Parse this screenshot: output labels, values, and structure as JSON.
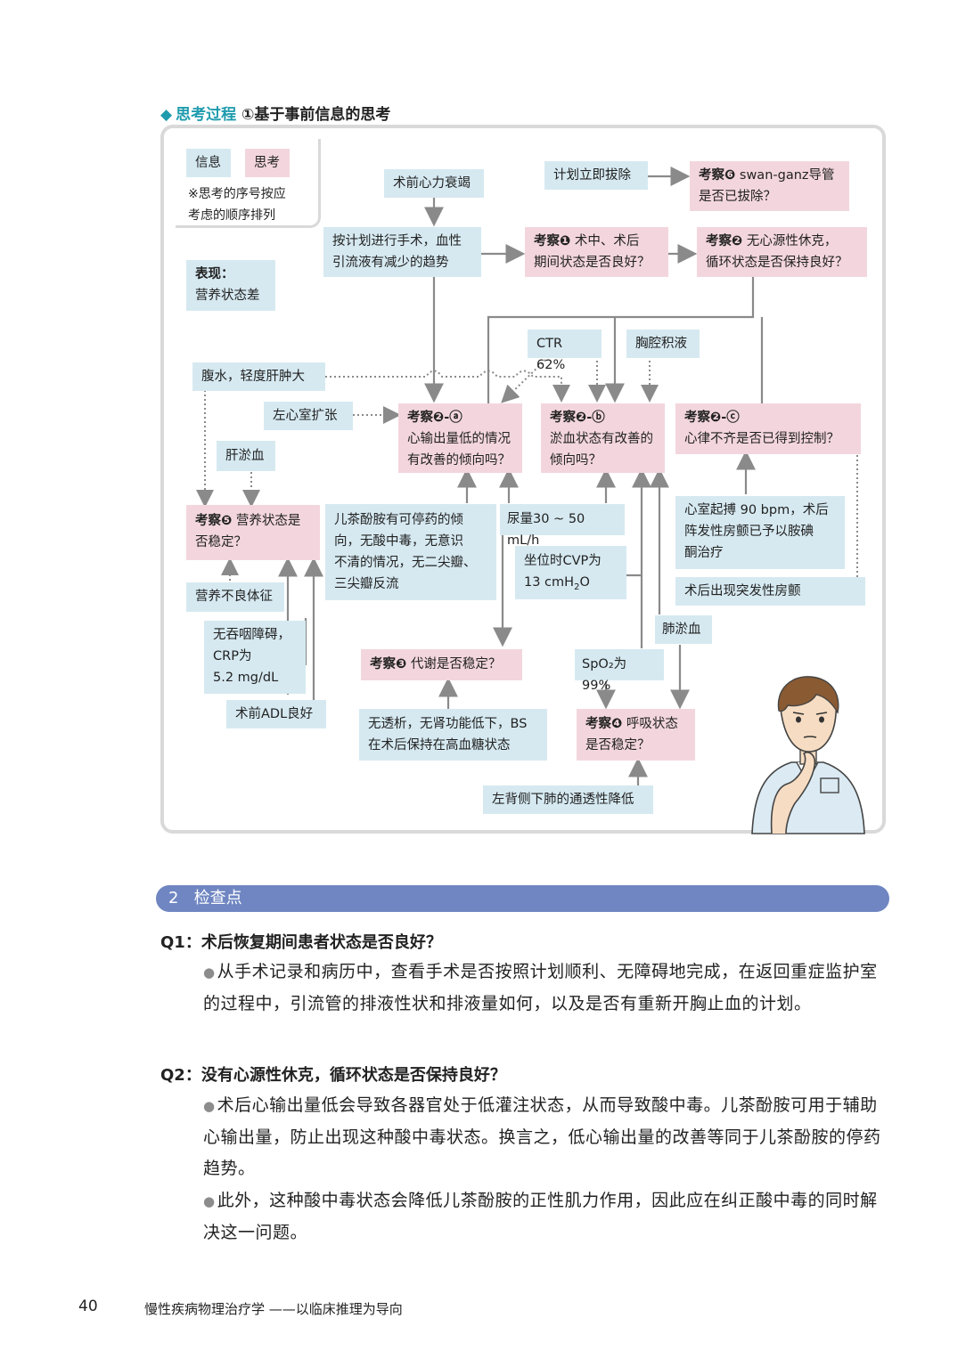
{
  "section": {
    "marker": "◆",
    "title_colored": "思考过程",
    "title_rest": "①基于事前信息的思考"
  },
  "legend": {
    "info_label": "信息",
    "think_label": "思考",
    "note_line1": "※思考的序号按应",
    "note_line2": "考虑的顺序排列"
  },
  "nodes": {
    "preop_hf": "术前心力衰竭",
    "plan_remove": "计划立即拔除",
    "k6_label": "考察❻",
    "k6_line1": "swan-ganz导管",
    "k6_line2": "是否已拔除？",
    "surgery_line1": "按计划进行手术，血性",
    "surgery_line2": "引流液有减少的趋势",
    "k1_label": "考察❶",
    "k1_line1": "术中、术后",
    "k1_line2": "期间状态是否良好？",
    "k2_label": "考察❷",
    "k2_line1": "无心源性休克，",
    "k2_line2": "循环状态是否保持良好？",
    "sign_line1": "表现：",
    "sign_line2": "营养状态差",
    "ctr": "CTR 62%",
    "pleural": "胸腔积液",
    "ascites": "腹水，轻度肝肿大",
    "lv_dilation": "左心室扩张",
    "k2a_label": "考察❷-ⓐ",
    "k2a_line1": "心输出量低的情况",
    "k2a_line2": "有改善的倾向吗？",
    "k2b_label": "考察❷-ⓑ",
    "k2b_line1": "淤血状态有改善的",
    "k2b_line2": "倾向吗？",
    "k2c_label": "考察❷-ⓒ",
    "k2c_line1": "心律不齐是否已得到控制？",
    "liver_congestion": "肝淤血",
    "k5_label": "考察❺",
    "k5_line1": "营养状态是",
    "k5_line2": "否稳定？",
    "catecholamine_line1": "儿茶酚胺有可停药的倾",
    "catecholamine_line2": "向，无酸中毒，无意识",
    "catecholamine_line3": "不清的情况，无二尖瓣、",
    "catecholamine_line4": "三尖瓣反流",
    "urine": "尿量30 ~ 50 mL/h",
    "cvp_line1": "坐位时CVP为",
    "cvp_line2_pre": "13 cmH",
    "cvp_line2_sub": "2",
    "cvp_line2_post": "O",
    "ventricular_line1": "心室起搏 90 bpm，术后",
    "ventricular_line2": "阵发性房颤已予以胺碘",
    "ventricular_line3": "酮治疗",
    "af_onset": "术后出现突发性房颤",
    "malnutrition_sign": "营养不良体征",
    "no_dysphagia_line1": "无吞咽障碍，",
    "no_dysphagia_line2": "CRP为",
    "no_dysphagia_line3": "5.2 mg/dL",
    "preop_adl": "术前ADL良好",
    "lung_congestion": "肺淤血",
    "k3_label": "考察❸",
    "k3_text": "代谢是否稳定？",
    "spo2": "SpO₂为 99%",
    "no_dialysis_line1": "无透析，无肾功能低下，BS",
    "no_dialysis_line2": "在术后保持在高血糖状态",
    "k4_label": "考察❹",
    "k4_line1": "呼吸状态",
    "k4_line2": "是否稳定？",
    "left_lung": "左背侧下肺的通透性降低"
  },
  "checkpoints": {
    "number": "2",
    "title": "检查点",
    "q1": "Q1：术后恢复期间患者状态是否良好？",
    "q1_p1": "从手术记录和病历中，查看手术是否按照计划顺利、无障碍地完成，在返回重症监护室的过程中，引流管的排液性状和排液量如何，以及是否有重新开胸止血的计划。",
    "q2": "Q2：没有心源性休克，循环状态是否保持良好？",
    "q2_p1": "术后心输出量低会导致各器官处于低灌注状态，从而导致酸中毒。儿茶酚胺可用于辅助心输出量，防止出现这种酸中毒状态。换言之，低心输出量的改善等同于儿茶酚胺的停药趋势。",
    "q2_p2": "此外，这种酸中毒状态会降低儿茶酚胺的正性肌力作用，因此应在纠正酸中毒的同时解决这一问题。",
    "bullet": "●"
  },
  "footer": {
    "page_number": "40",
    "book_title": "慢性疾病物理治疗学 ——以临床推理为导向"
  },
  "colors": {
    "info_bg": "#d6e9f1",
    "think_bg": "#f3d6dd",
    "teal": "#1e9bad",
    "banner": "#6f86c2",
    "arrow": "#8a8a8a"
  }
}
